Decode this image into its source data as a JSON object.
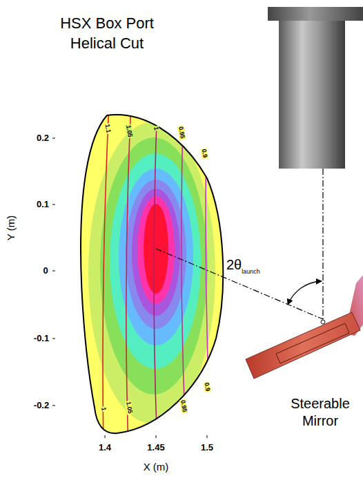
{
  "diagram": {
    "title": "HSX Box Port Helical Cut",
    "labels": [
      "0.2",
      "0.1",
      "0",
      "-0.1",
      "-0.2",
      "Y (m)",
      "1.4",
      "1.45",
      "1.5",
      "X (m)",
      "1.1",
      "1.05",
      "1",
      "0.95",
      "0.9",
      "1",
      "1.05",
      "0.95",
      "0.9",
      "2θ",
      "launch",
      "Steerable Mirror"
    ]
  }
}
